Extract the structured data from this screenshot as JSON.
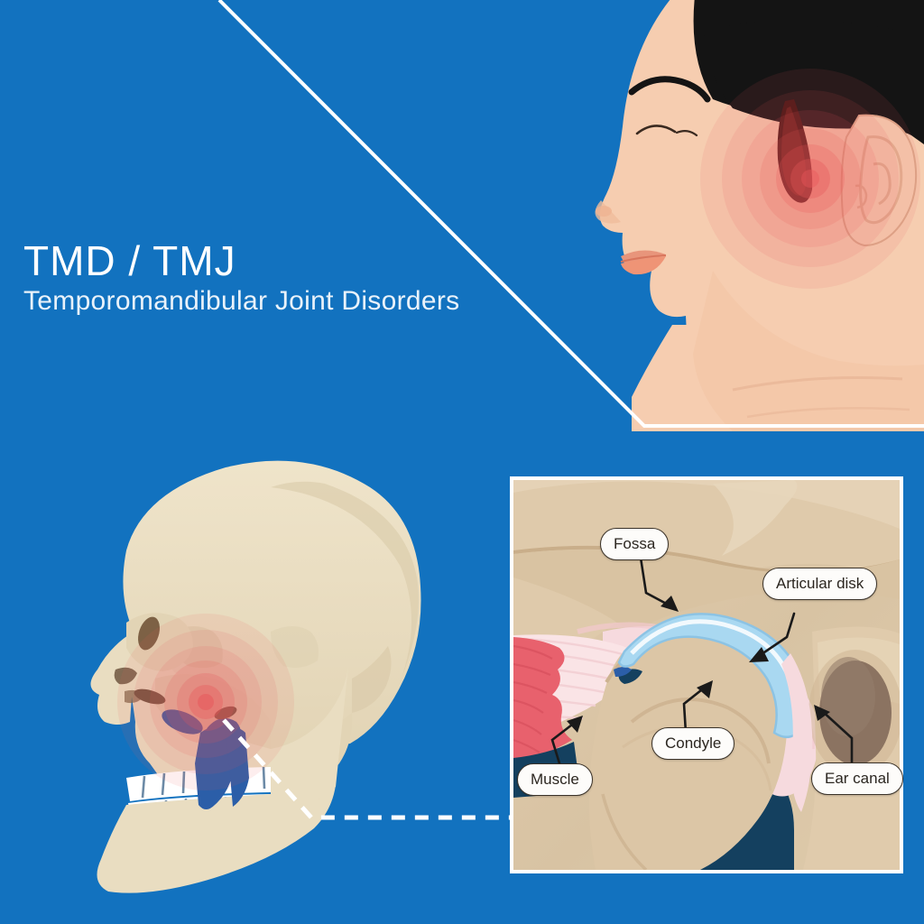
{
  "header": {
    "title": "TMD / TMJ",
    "subtitle": "Temporomandibular Joint Disorders"
  },
  "colors": {
    "background_blue": "#1272bf",
    "accent_white": "#ffffff",
    "skull_bone": "#e9ddc1",
    "skin": "#f6cdb0",
    "hair_black": "#141414",
    "pain_red": "#e8565a",
    "panel_tissue": "#ddc8a8",
    "muscle_red": "#e8616d",
    "disk_blue": "#a9d8f1",
    "ear_canal_brown": "#8b7361",
    "navy_shadow": "#14405f",
    "label_text": "#2b2620"
  },
  "illustrations": {
    "face": {
      "name": "woman-profile-with-jaw-pain",
      "pain_marker": "radiating-pain-circles"
    },
    "skull": {
      "name": "lateral-skull-with-mandible",
      "pain_marker": "radiating-pain-circles",
      "callout": "dashed-callout-line"
    }
  },
  "detail_panel": {
    "name": "tmj-cross-section",
    "labels": [
      {
        "id": "fossa",
        "text": "Fossa"
      },
      {
        "id": "articular-disk",
        "text": "Articular disk"
      },
      {
        "id": "condyle",
        "text": "Condyle"
      },
      {
        "id": "muscle",
        "text": "Muscle"
      },
      {
        "id": "ear-canal",
        "text": "Ear canal"
      }
    ]
  }
}
